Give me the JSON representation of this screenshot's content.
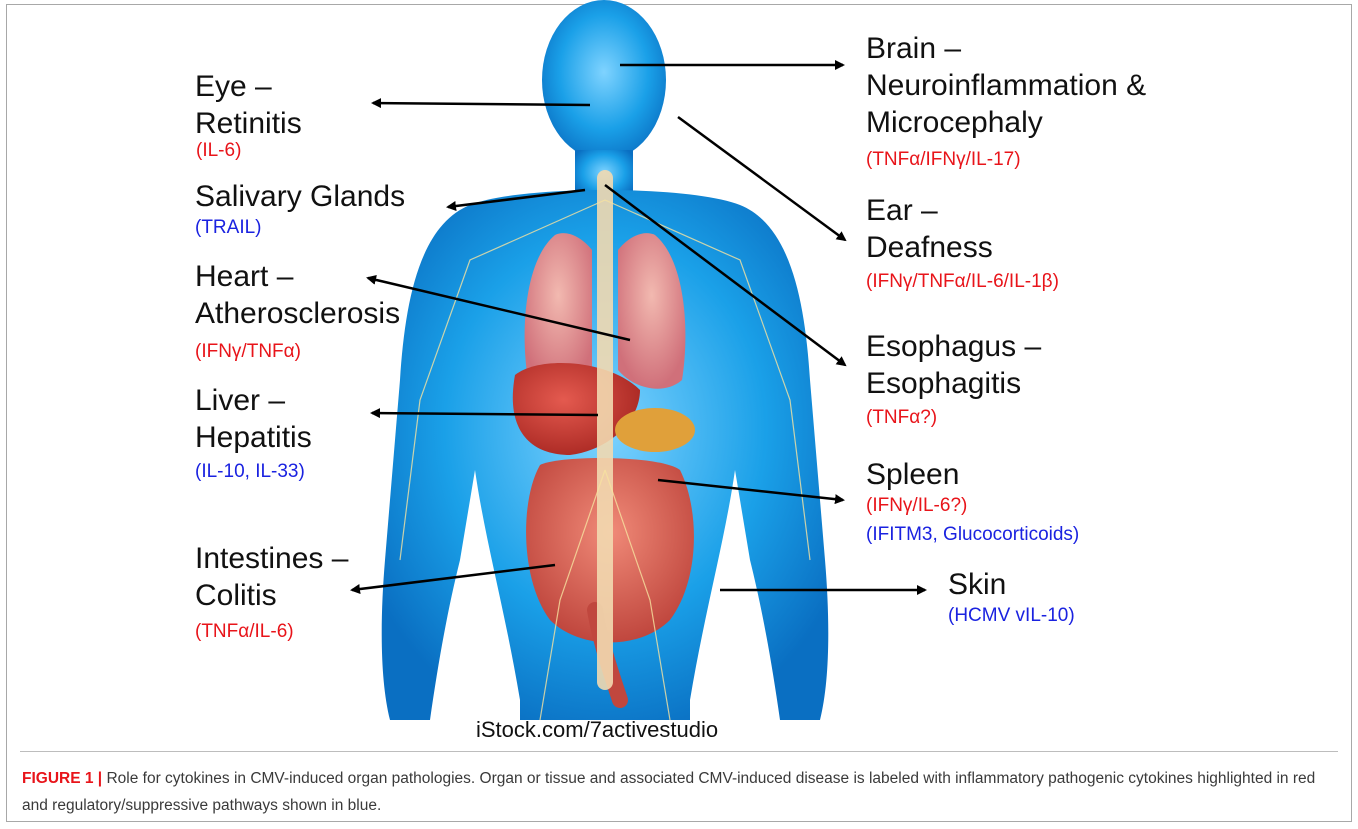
{
  "labels": {
    "eye": {
      "title1": "Eye –",
      "title2": "Retinitis",
      "cytokines": "(IL-6)"
    },
    "salivary": {
      "title1": "Salivary Glands",
      "cytokines": "(TRAIL)"
    },
    "heart": {
      "title1": "Heart –",
      "title2": "Atherosclerosis",
      "cytokines": "(IFNγ/TNFα)"
    },
    "liver": {
      "title1": "Liver –",
      "title2": "Hepatitis",
      "cytokines": "(IL-10, IL-33)"
    },
    "intestines": {
      "title1": "Intestines –",
      "title2": "Colitis",
      "cytokines": "(TNFα/IL-6)"
    },
    "brain": {
      "title1": "Brain –",
      "title2": "Neuroinflammation &",
      "title3": "Microcephaly",
      "cytokines": "(TNFα/IFNγ/IL-17)"
    },
    "ear": {
      "title1": "Ear –",
      "title2": "Deafness",
      "cytokines": "(IFNγ/TNFα/IL-6/IL-1β)"
    },
    "esophagus": {
      "title1": "Esophagus –",
      "title2": "Esophagitis",
      "cytokines": "(TNFα?)"
    },
    "spleen": {
      "title1": "Spleen",
      "cytokines_red": "(IFNγ/IL-6?)",
      "cytokines_blue": "(IFITM3, Glucocorticoids)"
    },
    "skin": {
      "title1": "Skin",
      "cytokines": "(HCMV vIL-10)"
    }
  },
  "credit": "iStock.com/7activestudio",
  "caption": {
    "label": "FIGURE 1 |",
    "text": "Role for cytokines in CMV-induced organ pathologies. Organ or tissue and associated CMV-induced disease is labeled with inflammatory pathogenic cytokines highlighted in red and regulatory/suppressive pathways shown in blue."
  },
  "colors": {
    "inflammatory": "#e8141a",
    "regulatory": "#1a22e0",
    "body": "#1aa0e8"
  }
}
